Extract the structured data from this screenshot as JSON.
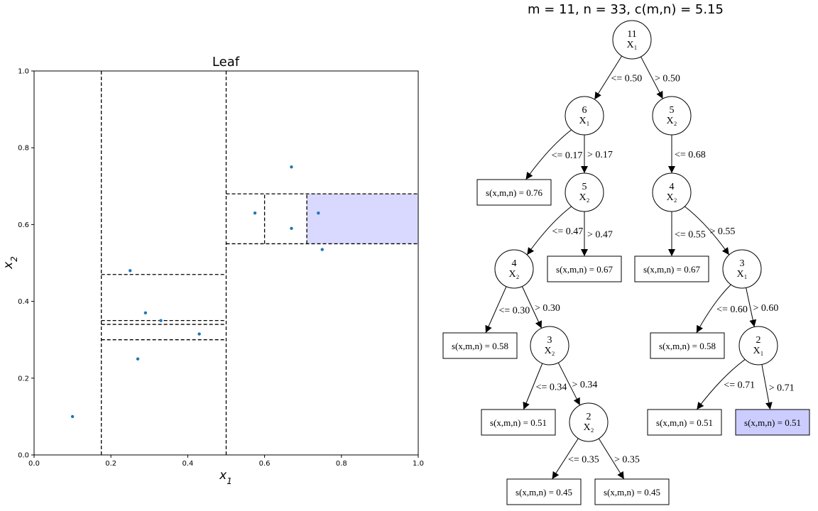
{
  "chart_data": [
    {
      "type": "scatter",
      "title": "Leaf",
      "xlabel": "x1",
      "ylabel": "x2",
      "xlim": [
        0,
        1
      ],
      "ylim": [
        0,
        1
      ],
      "xticks": [
        "0.0",
        "0.2",
        "0.4",
        "0.6",
        "0.8",
        "1.0"
      ],
      "yticks": [
        "0.0",
        "0.2",
        "0.4",
        "0.6",
        "0.8",
        "1.0"
      ],
      "point_color": "#1f77b4",
      "highlight_color": "#d9d9ff",
      "points": [
        {
          "x": 0.1,
          "y": 0.1
        },
        {
          "x": 0.25,
          "y": 0.48
        },
        {
          "x": 0.27,
          "y": 0.25
        },
        {
          "x": 0.29,
          "y": 0.37
        },
        {
          "x": 0.33,
          "y": 0.35
        },
        {
          "x": 0.43,
          "y": 0.315
        },
        {
          "x": 0.575,
          "y": 0.63
        },
        {
          "x": 0.67,
          "y": 0.75
        },
        {
          "x": 0.67,
          "y": 0.59
        },
        {
          "x": 0.74,
          "y": 0.63
        },
        {
          "x": 0.75,
          "y": 0.535
        }
      ],
      "split_lines": [
        {
          "x1": 0.175,
          "y1": 0,
          "x2": 0.175,
          "y2": 1
        },
        {
          "x1": 0.5,
          "y1": 0,
          "x2": 0.5,
          "y2": 1
        },
        {
          "x1": 0.175,
          "y1": 0.47,
          "x2": 0.5,
          "y2": 0.47
        },
        {
          "x1": 0.175,
          "y1": 0.35,
          "x2": 0.5,
          "y2": 0.35
        },
        {
          "x1": 0.175,
          "y1": 0.34,
          "x2": 0.5,
          "y2": 0.34
        },
        {
          "x1": 0.175,
          "y1": 0.3,
          "x2": 0.5,
          "y2": 0.3
        },
        {
          "x1": 0.5,
          "y1": 0.68,
          "x2": 1.0,
          "y2": 0.68
        },
        {
          "x1": 0.5,
          "y1": 0.55,
          "x2": 1.0,
          "y2": 0.55
        },
        {
          "x1": 0.6,
          "y1": 0.55,
          "x2": 0.6,
          "y2": 0.68
        },
        {
          "x1": 0.71,
          "y1": 0.55,
          "x2": 0.71,
          "y2": 0.68
        }
      ],
      "highlight_region": {
        "x_min": 0.71,
        "x_max": 1.0,
        "y_min": 0.55,
        "y_max": 0.68
      }
    }
  ],
  "tree": {
    "title": "m = 11, n = 33, c(m,n) = 5.15",
    "leaf_highlight_color": "#ccccff",
    "nodes": [
      {
        "id": "n1",
        "kind": "split",
        "count": "11",
        "feature": "X₁"
      },
      {
        "id": "n2",
        "kind": "split",
        "count": "6",
        "feature": "X₁"
      },
      {
        "id": "n3",
        "kind": "split",
        "count": "5",
        "feature": "X₂"
      },
      {
        "id": "n4",
        "kind": "leaf",
        "text": "s(x,m,n) = 0.76"
      },
      {
        "id": "n5",
        "kind": "split",
        "count": "5",
        "feature": "X₂"
      },
      {
        "id": "n6",
        "kind": "split",
        "count": "4",
        "feature": "X₂"
      },
      {
        "id": "n7",
        "kind": "split",
        "count": "4",
        "feature": "X₂"
      },
      {
        "id": "n8",
        "kind": "leaf",
        "text": "s(x,m,n) = 0.67"
      },
      {
        "id": "n9",
        "kind": "leaf",
        "text": "s(x,m,n) = 0.67"
      },
      {
        "id": "n10",
        "kind": "split",
        "count": "3",
        "feature": "X₁"
      },
      {
        "id": "n11",
        "kind": "leaf",
        "text": "s(x,m,n) = 0.58"
      },
      {
        "id": "n12",
        "kind": "split",
        "count": "3",
        "feature": "X₂"
      },
      {
        "id": "n13",
        "kind": "leaf",
        "text": "s(x,m,n) = 0.58"
      },
      {
        "id": "n14",
        "kind": "split",
        "count": "2",
        "feature": "X₁"
      },
      {
        "id": "n15",
        "kind": "leaf",
        "text": "s(x,m,n) = 0.51"
      },
      {
        "id": "n16",
        "kind": "split",
        "count": "2",
        "feature": "X₂"
      },
      {
        "id": "n17",
        "kind": "leaf",
        "text": "s(x,m,n) = 0.51"
      },
      {
        "id": "n18",
        "kind": "leaf",
        "text": "s(x,m,n) = 0.51",
        "highlight": true
      },
      {
        "id": "n19",
        "kind": "leaf",
        "text": "s(x,m,n) = 0.45"
      },
      {
        "id": "n20",
        "kind": "leaf",
        "text": "s(x,m,n) = 0.45"
      }
    ],
    "edges": [
      {
        "from": "n1",
        "to": "n2",
        "label": "<= 0.50"
      },
      {
        "from": "n1",
        "to": "n3",
        "label": "> 0.50"
      },
      {
        "from": "n2",
        "to": "n4",
        "label": "<= 0.17"
      },
      {
        "from": "n2",
        "to": "n5",
        "label": "> 0.17"
      },
      {
        "from": "n3",
        "to": "n6",
        "label": "<= 0.68"
      },
      {
        "from": "n5",
        "to": "n7",
        "label": "<= 0.47"
      },
      {
        "from": "n5",
        "to": "n8",
        "label": "> 0.47"
      },
      {
        "from": "n6",
        "to": "n9",
        "label": "<= 0.55"
      },
      {
        "from": "n6",
        "to": "n10",
        "label": "> 0.55"
      },
      {
        "from": "n7",
        "to": "n11",
        "label": "<= 0.30"
      },
      {
        "from": "n7",
        "to": "n12",
        "label": "> 0.30"
      },
      {
        "from": "n10",
        "to": "n13",
        "label": "<= 0.60"
      },
      {
        "from": "n10",
        "to": "n14",
        "label": "> 0.60"
      },
      {
        "from": "n12",
        "to": "n15",
        "label": "<= 0.34"
      },
      {
        "from": "n12",
        "to": "n16",
        "label": "> 0.34"
      },
      {
        "from": "n14",
        "to": "n17",
        "label": "<= 0.71"
      },
      {
        "from": "n14",
        "to": "n18",
        "label": "> 0.71"
      },
      {
        "from": "n16",
        "to": "n19",
        "label": "<= 0.35"
      },
      {
        "from": "n16",
        "to": "n20",
        "label": "> 0.35"
      }
    ]
  }
}
